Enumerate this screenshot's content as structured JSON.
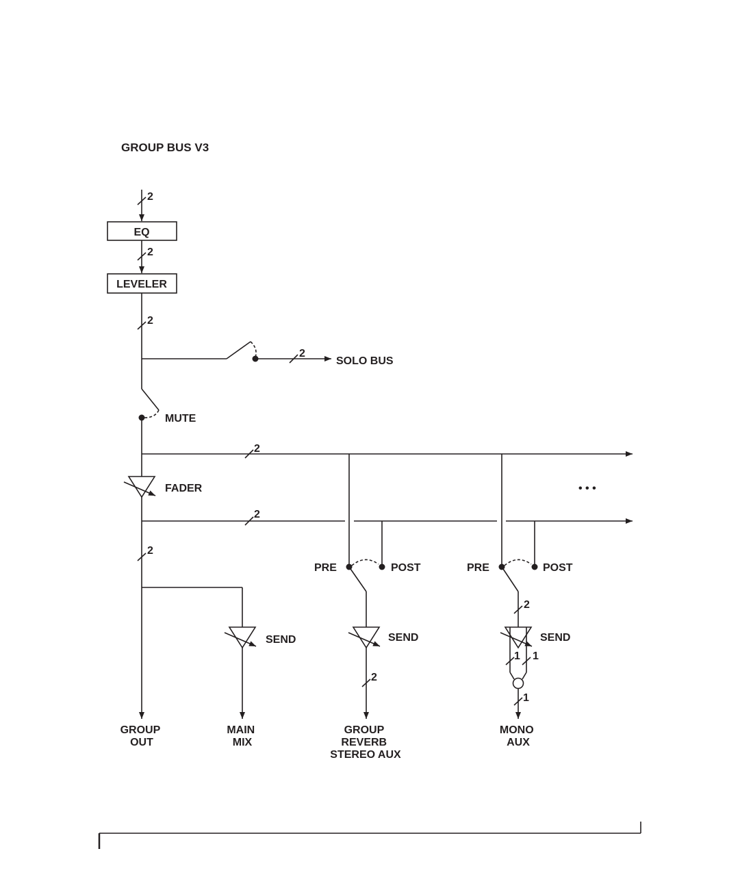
{
  "title": "GROUP BUS V3",
  "blocks": {
    "eq": "EQ",
    "leveler": "LEVELER"
  },
  "labels": {
    "solo_bus": "SOLO BUS",
    "mute": "MUTE",
    "fader": "FADER",
    "pre": "PRE",
    "post": "POST",
    "send": "SEND",
    "continuation": "• • •"
  },
  "channel_counts": {
    "two": "2",
    "one": "1"
  },
  "outputs": {
    "group_out": [
      "GROUP",
      "OUT"
    ],
    "main_mix": [
      "MAIN",
      "MIX"
    ],
    "group_reverb": [
      "GROUP",
      "REVERB",
      "STEREO AUX"
    ],
    "mono_aux": [
      "MONO",
      "AUX"
    ]
  },
  "colors": {
    "ink": "#231f20",
    "background": "#ffffff"
  }
}
